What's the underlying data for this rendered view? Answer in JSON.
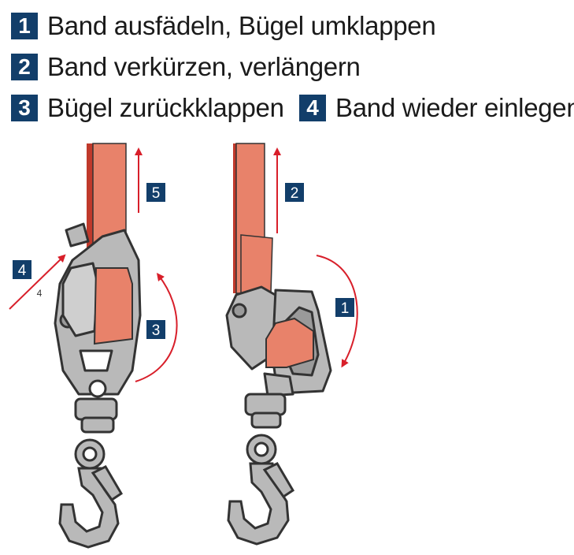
{
  "steps": [
    {
      "number": "1",
      "label": "Band ausfädeln, Bügel umklappen"
    },
    {
      "number": "2",
      "label": "Band verkürzen, verlängern"
    },
    {
      "number": "3",
      "label": "Bügel zurückklappen"
    },
    {
      "number": "4",
      "label": "Band wieder einlegen"
    }
  ],
  "callouts": {
    "left": {
      "c5": "5",
      "c4": "4",
      "c4_small": "4",
      "c3": "3"
    },
    "right": {
      "c2": "2",
      "c1": "1"
    }
  },
  "colors": {
    "badge": "#123e6a",
    "strap": "#e8826a",
    "strap_edge": "#c0392b",
    "arrow": "#d81f2a",
    "metal": "#b9b9b9",
    "metal_outline": "#333333"
  }
}
